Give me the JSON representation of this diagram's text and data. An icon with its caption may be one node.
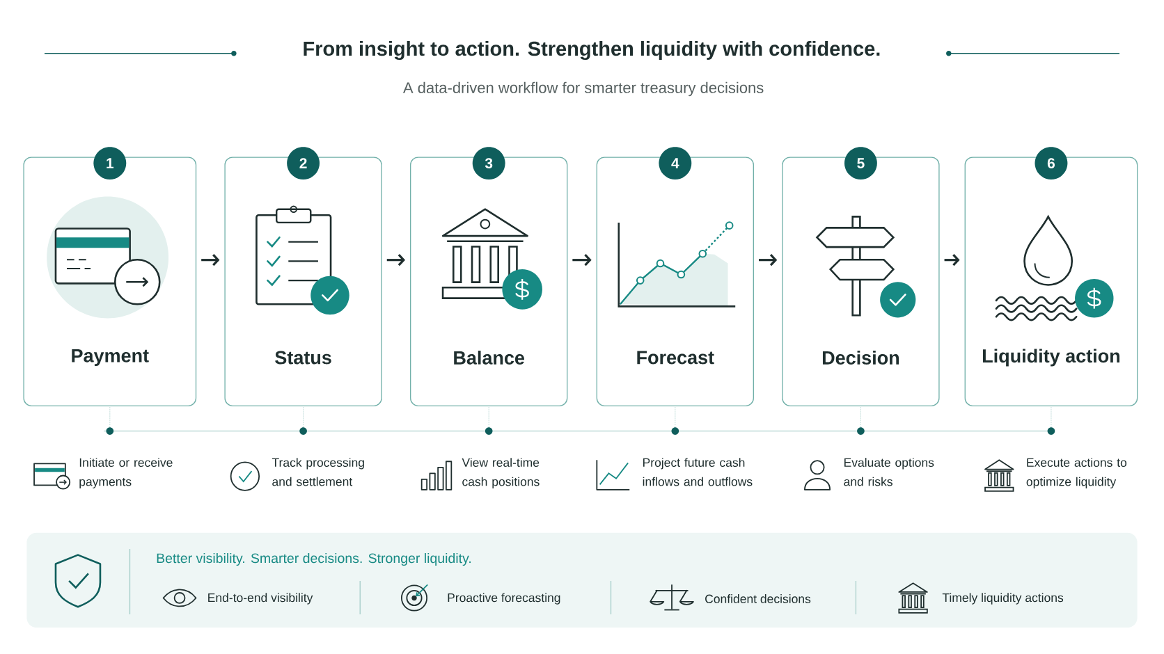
{
  "diagram": {
    "title": "From insight to action. Strengthen liquidity with confidence.",
    "nodes": [
      {
        "text": [
          "1",
          "Payment"
        ]
      },
      {
        "text": [
          "2",
          "Status"
        ]
      },
      {
        "text": [
          "3",
          "Balance"
        ]
      },
      {
        "text": [
          "4",
          "Forecast"
        ]
      },
      {
        "text": [
          "5",
          "Decision"
        ]
      },
      {
        "text": [
          "6",
          "Liquidity action"
        ]
      },
      {
        "text": [
          "Better visibility. Smarter decisions. Stronger liquidity.",
          "End-to-end visibility",
          "Proactive forecasting",
          "Confident decisions",
          "Timely liquidity actions"
        ]
      }
    ],
    "edges": [
      {
        "from": 0,
        "to": 1,
        "arrow": "to"
      },
      {
        "from": 1,
        "to": 2,
        "arrow": "to"
      },
      {
        "from": 2,
        "to": 3,
        "arrow": "to"
      },
      {
        "from": 3,
        "to": 4,
        "arrow": "to"
      },
      {
        "from": 4,
        "to": 5,
        "arrow": "to"
      }
    ],
    "labels": [
      "A data-driven workflow for smarter treasury decisions",
      "Initiate or receive payments",
      "Track processing and settlement",
      "View real-time cash positions",
      "Project future cash inflows and outflows",
      "Evaluate options and risks",
      "Execute actions to optimize liquidity"
    ]
  }
}
